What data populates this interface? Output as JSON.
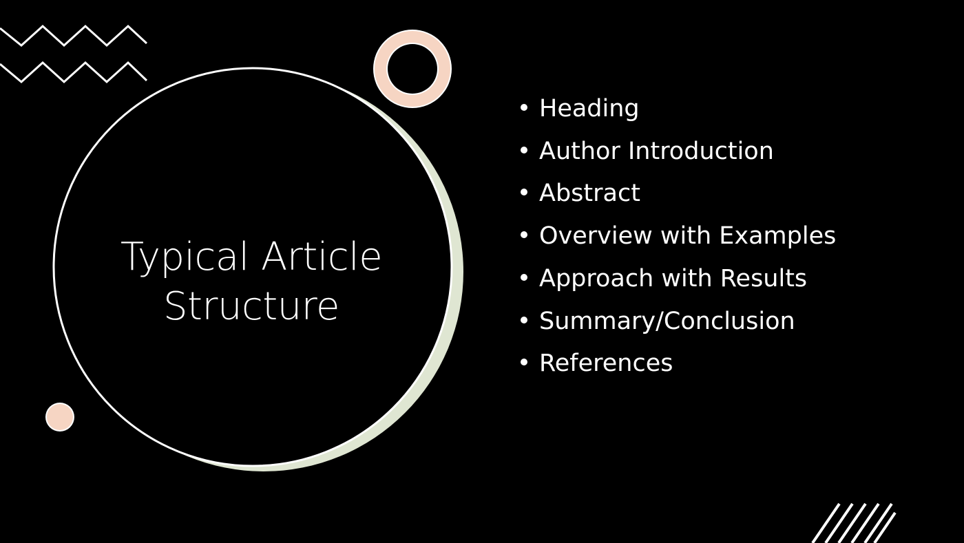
{
  "slide": {
    "title_lines": [
      "Typical Article",
      "Structure"
    ],
    "bullets": [
      "Heading",
      "Author Introduction",
      "Abstract",
      "Overview with Examples",
      "Approach with Results",
      "Summary/Conclusion",
      "References"
    ]
  },
  "colors": {
    "background": "#000000",
    "text": "#ffffff",
    "peach_accent": "#f6d5c3",
    "sage_accent": "#dfe6d2"
  },
  "icons": [
    "zigzag-lines-icon",
    "ring-icon",
    "dot-icon",
    "diagonal-stripes-icon"
  ]
}
